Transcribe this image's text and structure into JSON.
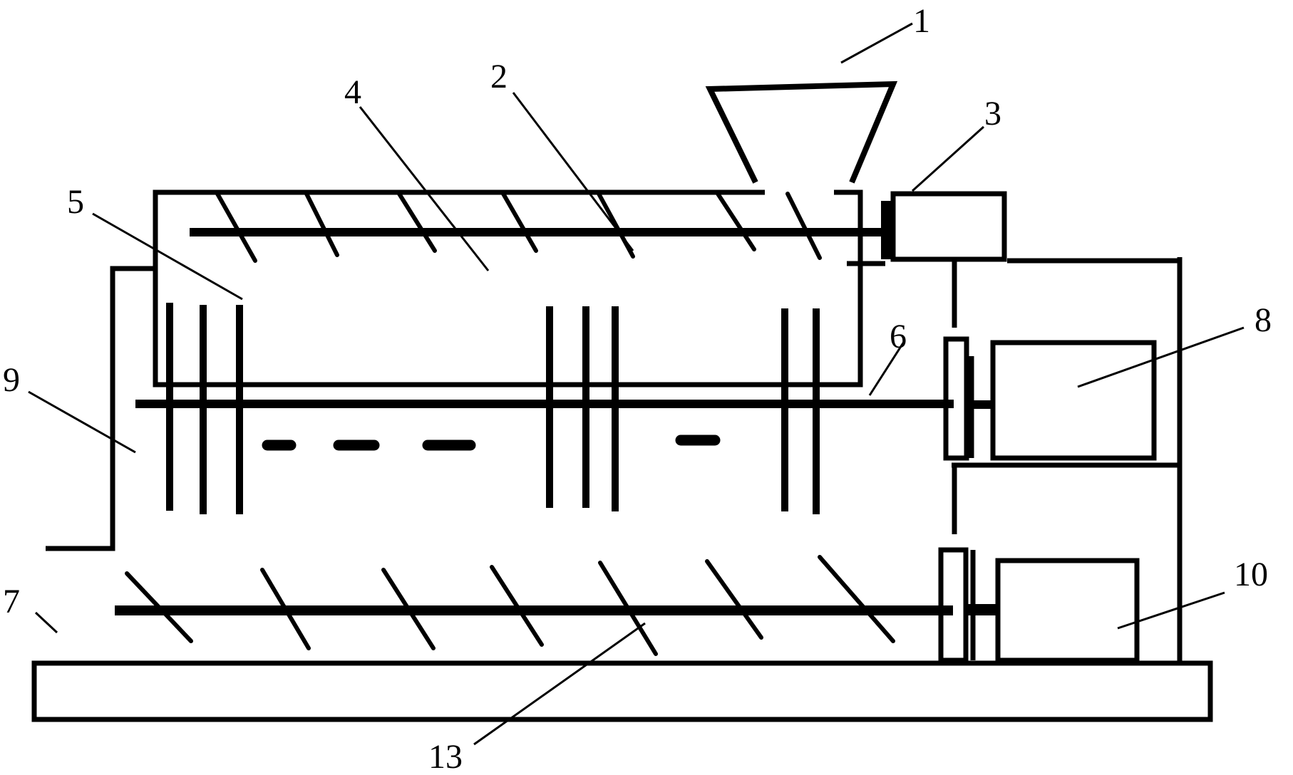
{
  "diagram": {
    "callouts": [
      {
        "id": "c1",
        "text": "1"
      },
      {
        "id": "c2",
        "text": "2"
      },
      {
        "id": "c3",
        "text": "3"
      },
      {
        "id": "c4",
        "text": "4"
      },
      {
        "id": "c5",
        "text": "5"
      },
      {
        "id": "c6",
        "text": "6"
      },
      {
        "id": "c7",
        "text": "7"
      },
      {
        "id": "c8",
        "text": "8"
      },
      {
        "id": "c9",
        "text": "9"
      },
      {
        "id": "c10",
        "text": "10"
      },
      {
        "id": "c13",
        "text": "13"
      }
    ]
  }
}
